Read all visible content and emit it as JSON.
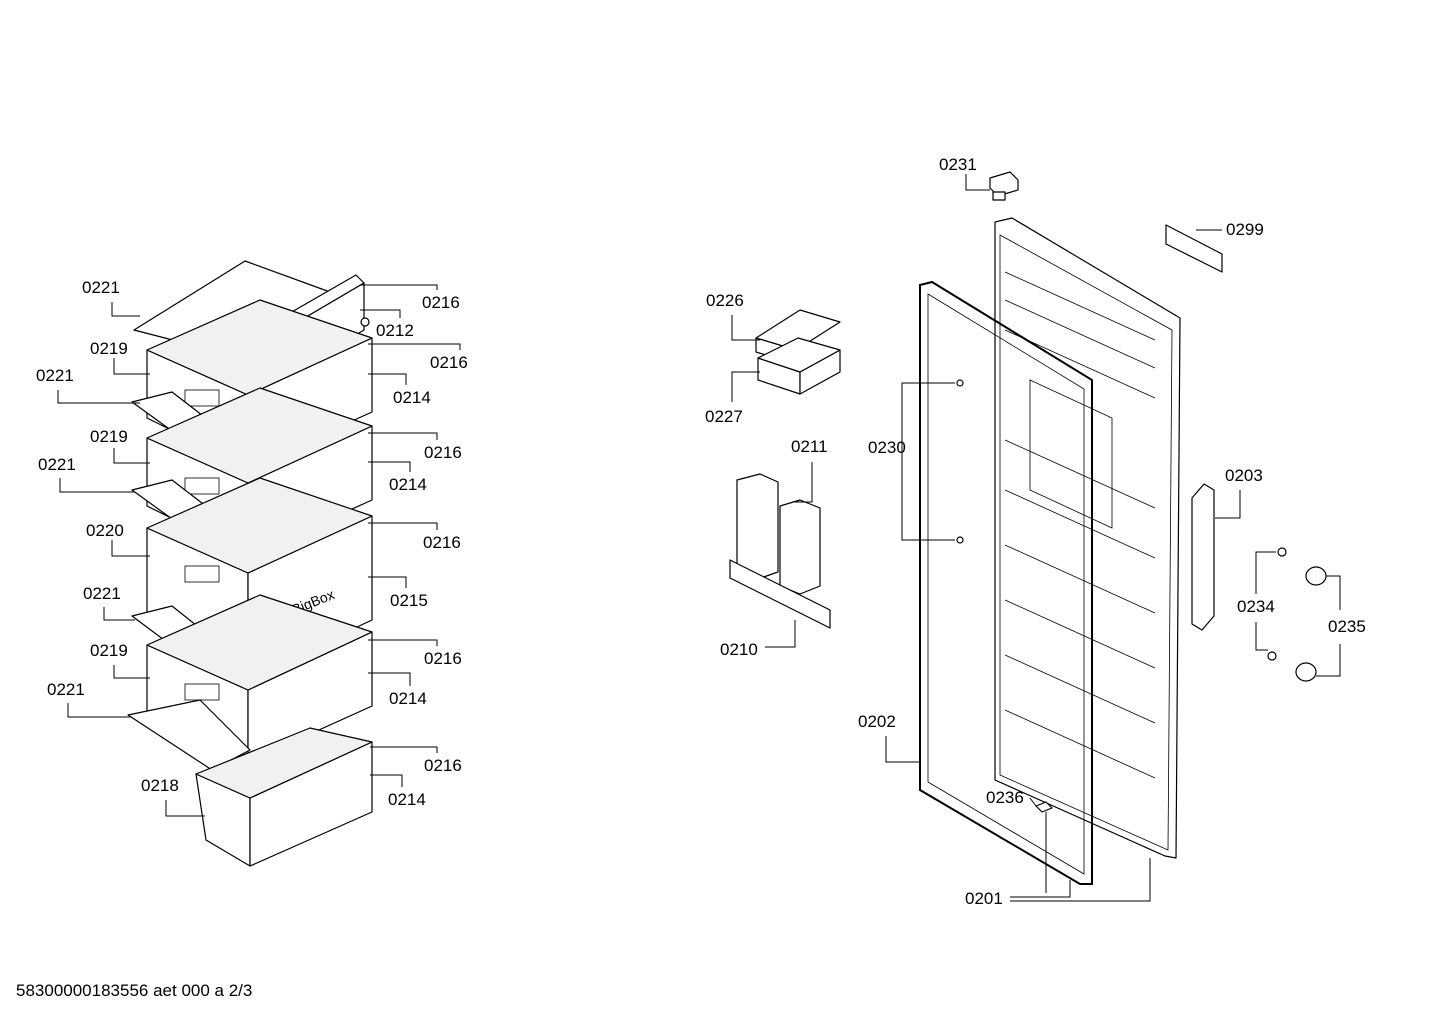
{
  "footer": {
    "code": "58300000183556 aet 000 a 2/3"
  },
  "labels": {
    "l0221a": "0221",
    "l0216a": "0216",
    "l0212": "0212",
    "l0219a": "0219",
    "l0216b": "0216",
    "l0221b": "0221",
    "l0214a": "0214",
    "l0219b": "0219",
    "l0216c": "0216",
    "l0221c": "0221",
    "l0214b": "0214",
    "l0220": "0220",
    "l0216d": "0216",
    "l0215": "0215",
    "l0221d": "0221",
    "l0219c": "0219",
    "l0216e": "0216",
    "l0221e": "0221",
    "l0214c": "0214",
    "l0218": "0218",
    "l0216f": "0216",
    "l0214d": "0214",
    "l0226": "0226",
    "l0227": "0227",
    "l0211": "0211",
    "l0210": "0210",
    "l0231": "0231",
    "l0299": "0299",
    "l0230": "0230",
    "l0203": "0203",
    "l0234": "0234",
    "l0235": "0235",
    "l0202": "0202",
    "l0236": "0236",
    "l0201": "0201"
  },
  "bigbox_text": "BigBox"
}
